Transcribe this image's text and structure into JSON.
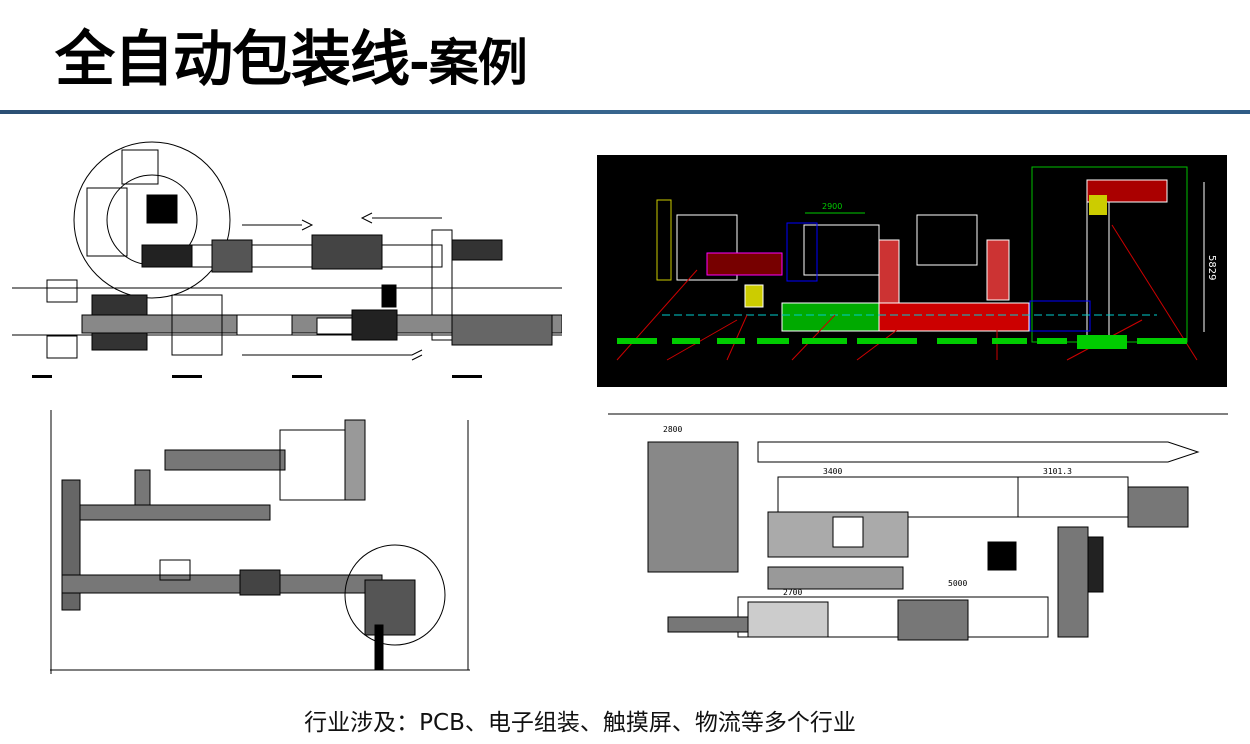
{
  "slide": {
    "title_main": "全自动包装线",
    "title_sub": "-案例",
    "caption": "行业涉及：PCB、电子组装、触摸屏、物流等多个行业"
  },
  "drawings": {
    "top_right": {
      "dimension_width": "2900",
      "dimension_height": "5829"
    },
    "bottom_right": {
      "dim_a": "2800",
      "dim_b": "3400",
      "dim_c": "3101.3",
      "dim_d": "5000",
      "dim_e": "2700"
    }
  },
  "colors": {
    "rule": "#2b4f74",
    "cad_background": "#000000",
    "cad_green": "#00ff00",
    "cad_red": "#ff0000",
    "cad_magenta": "#ff00ff",
    "cad_blue": "#0000ff",
    "cad_yellow": "#ffff00"
  }
}
